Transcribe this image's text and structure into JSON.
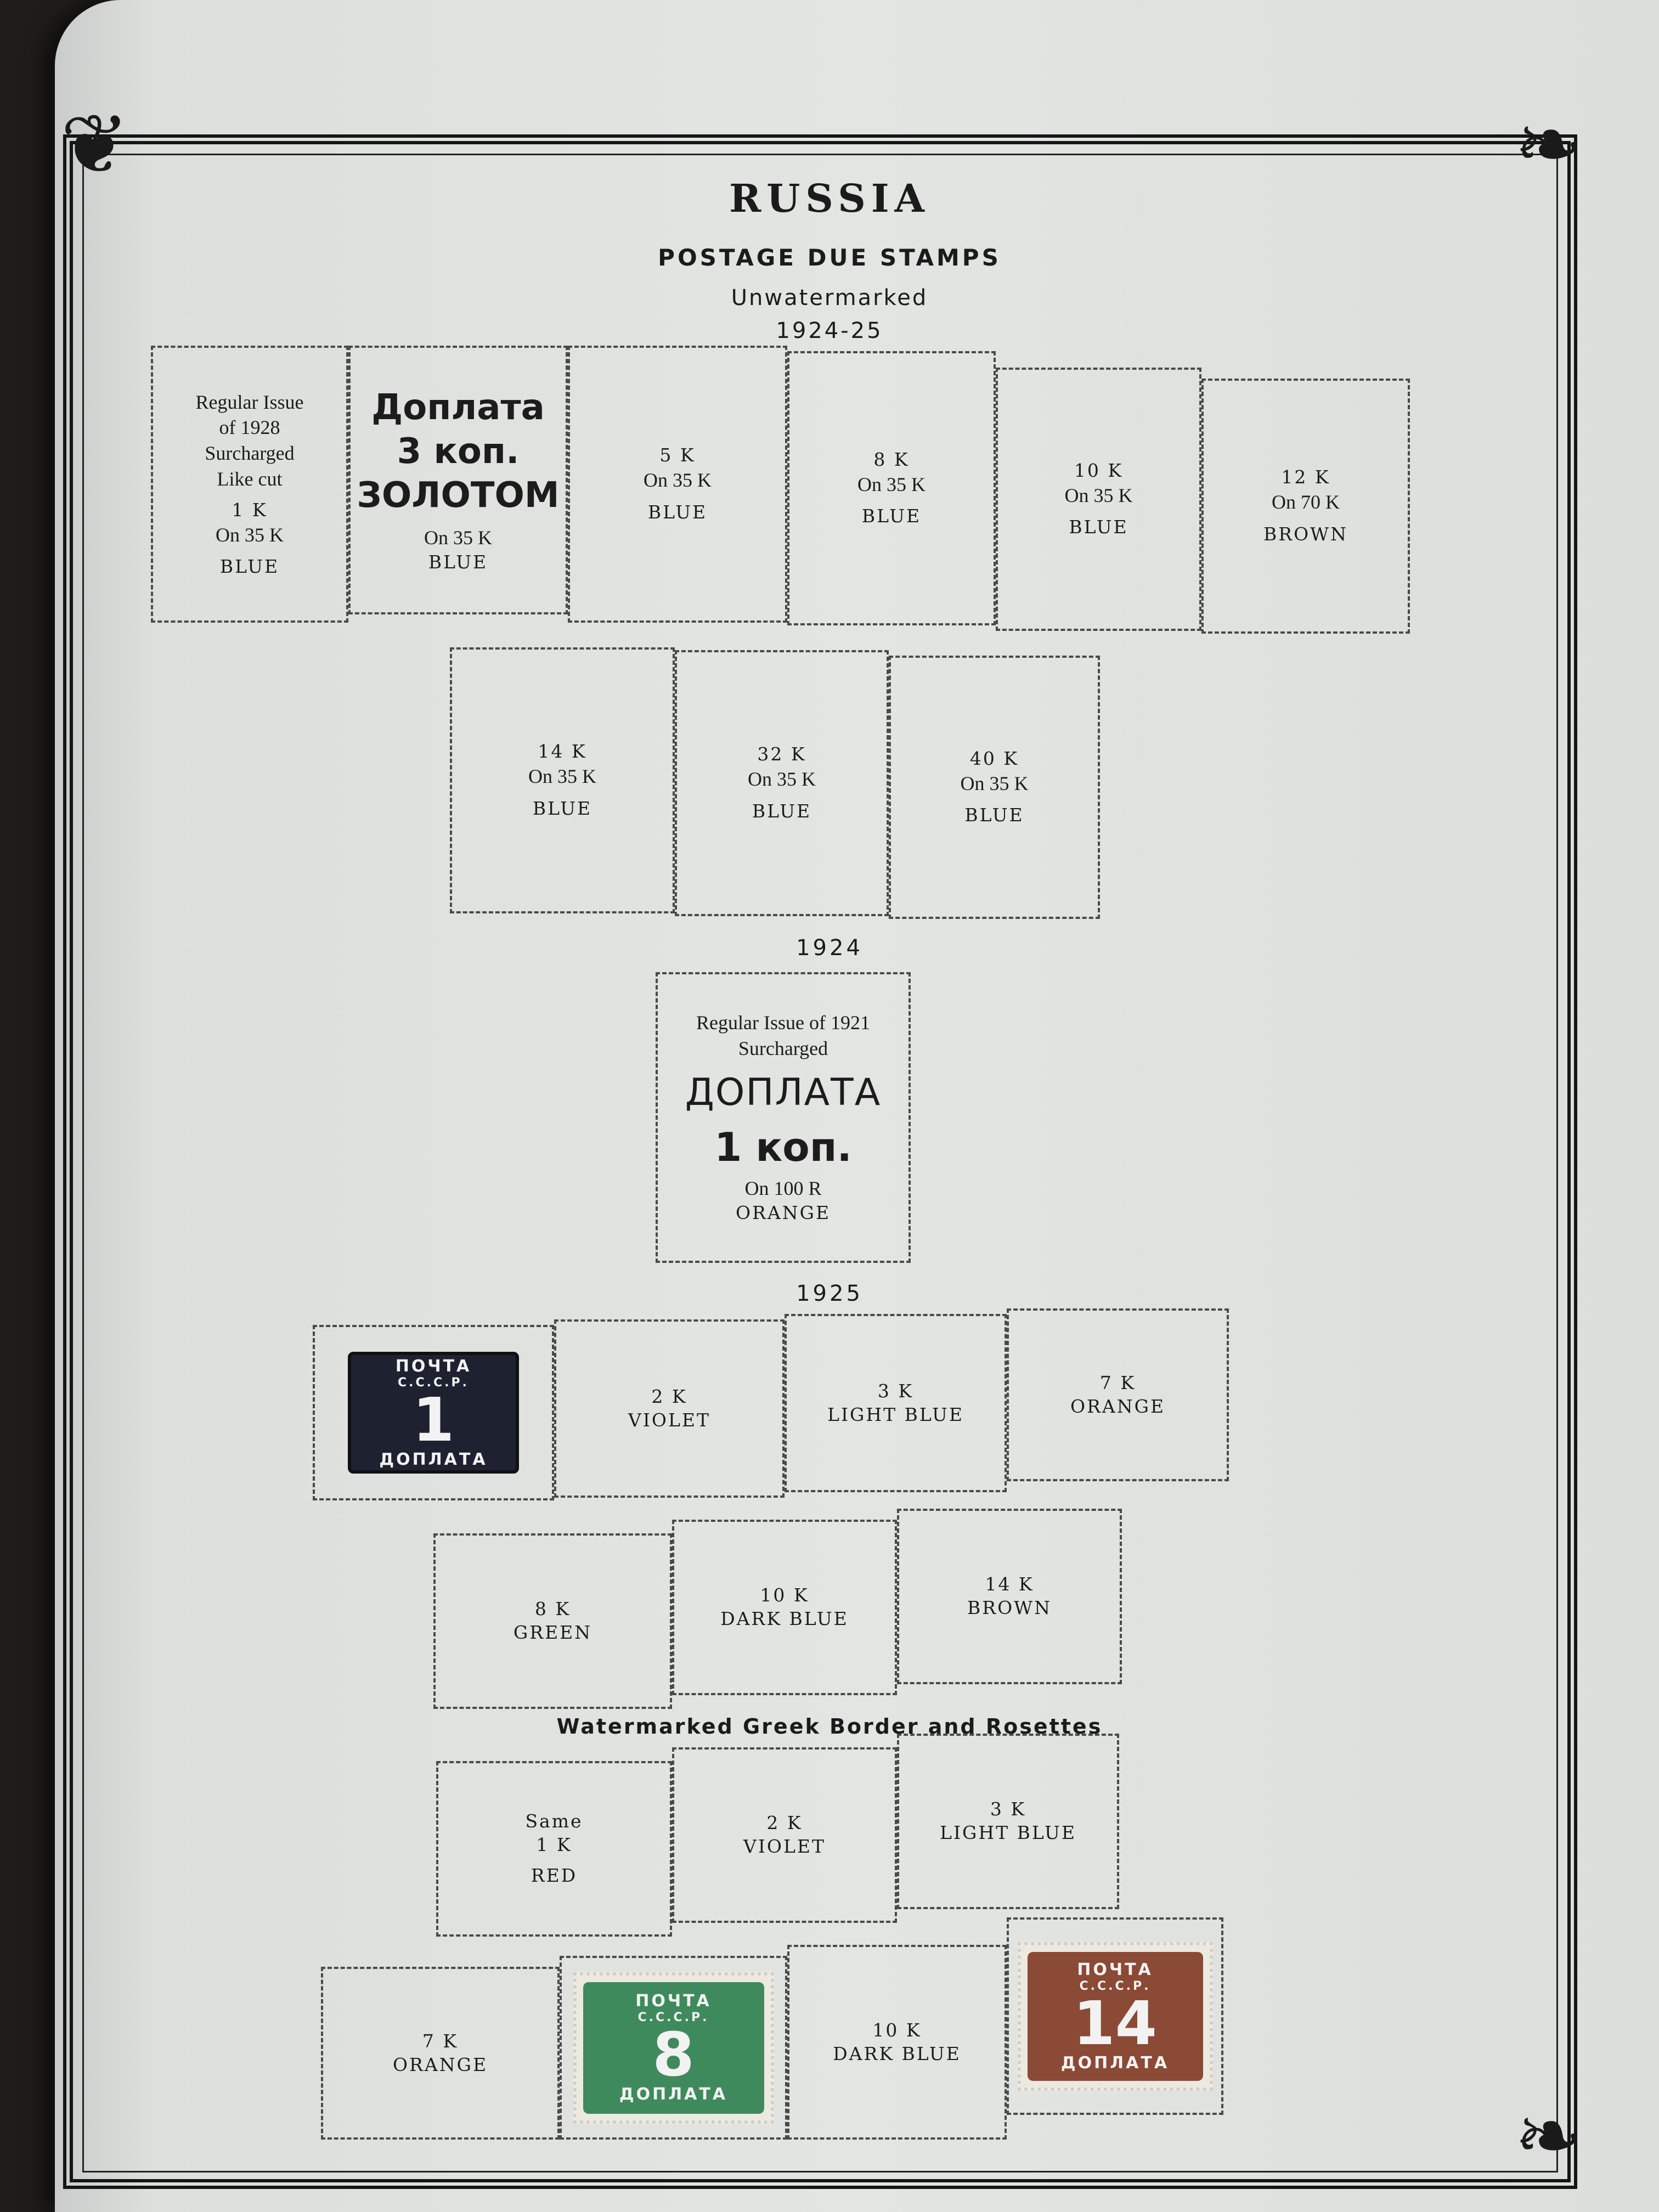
{
  "header": {
    "country": "RUSSIA",
    "section": "POSTAGE DUE STAMPS",
    "watermark": "Unwatermarked",
    "years": "1924-25"
  },
  "row1": [
    {
      "lines": [
        "Regular Issue",
        "of 1928",
        "Surcharged",
        "Like cut",
        "1 K",
        "On 35 K",
        "BLUE"
      ]
    },
    {
      "overprint": [
        "Доплата",
        "3 коп.",
        "ЗОЛОТОМ"
      ],
      "lines": [
        "On 35 K",
        "BLUE"
      ]
    },
    {
      "lines": [
        "5 K",
        "On 35 K",
        "BLUE"
      ]
    },
    {
      "lines": [
        "8 K",
        "On 35 K",
        "BLUE"
      ]
    },
    {
      "lines": [
        "10 K",
        "On 35 K",
        "BLUE"
      ]
    },
    {
      "lines": [
        "12 K",
        "On 70 K",
        "BROWN"
      ]
    }
  ],
  "row2": [
    {
      "lines": [
        "14 K",
        "On 35 K",
        "BLUE"
      ]
    },
    {
      "lines": [
        "32 K",
        "On 35 K",
        "BLUE"
      ]
    },
    {
      "lines": [
        "40 K",
        "On 35 K",
        "BLUE"
      ]
    }
  ],
  "year_1924": "1924",
  "surcharge_1924": {
    "lines_top": [
      "Regular Issue of 1921",
      "Surcharged"
    ],
    "big1": "ДОПЛАТА",
    "big2": "1 коп.",
    "lines_bottom": [
      "On 100 R",
      "ORANGE"
    ]
  },
  "year_1925": "1925",
  "stamp_cut": {
    "top": "ПОЧТА",
    "mid": "С.С.С.Р.",
    "num": "1",
    "bottom": "ДОПЛАТА",
    "color": "#1e2230"
  },
  "row4": [
    {
      "lines": [
        "2 K",
        "VIOLET"
      ]
    },
    {
      "lines": [
        "3 K",
        "LIGHT BLUE"
      ]
    },
    {
      "lines": [
        "7 K",
        "ORANGE"
      ]
    }
  ],
  "row5": [
    {
      "lines": [
        "8 K",
        "GREEN"
      ]
    },
    {
      "lines": [
        "10 K",
        "DARK BLUE"
      ]
    },
    {
      "lines": [
        "14 K",
        "BROWN"
      ]
    }
  ],
  "watermarked_heading": "Watermarked Greek Border and Rosettes",
  "row6": [
    {
      "lines": [
        "Same",
        "1 K",
        "RED"
      ]
    },
    {
      "lines": [
        "2 K",
        "VIOLET"
      ]
    },
    {
      "lines": [
        "3 K",
        "LIGHT BLUE"
      ]
    }
  ],
  "row7_text": [
    {
      "lines": [
        "7 K",
        "ORANGE"
      ]
    },
    {
      "lines": [
        "10 K",
        "DARK BLUE"
      ]
    }
  ],
  "stamp_green": {
    "top": "ПОЧТА",
    "mid": "С.С.С.Р.",
    "num": "8",
    "bottom": "ДОПЛАТА",
    "color": "#3f8a5d"
  },
  "stamp_brown": {
    "top": "ПОЧТА",
    "mid": "С.С.С.Р.",
    "num": "14",
    "bottom": "ДОПЛАТА",
    "color": "#8a4a35"
  }
}
